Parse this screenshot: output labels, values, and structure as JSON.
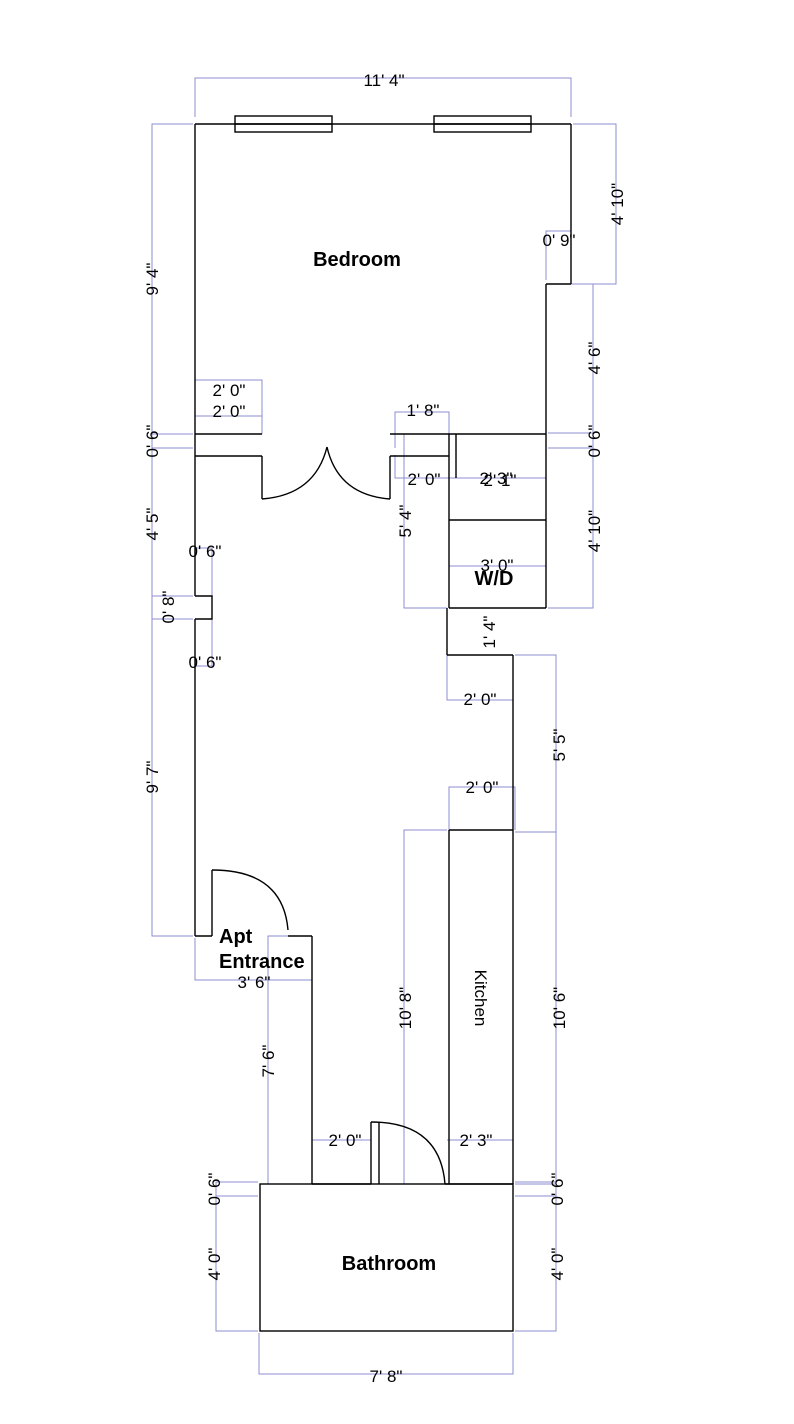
{
  "rooms": {
    "bedroom": "Bedroom",
    "wd": "W/D",
    "apt_entrance_line1": "Apt",
    "apt_entrance_line2": "Entrance",
    "kitchen": "Kitchen",
    "bathroom": "Bathroom"
  },
  "dimensions": {
    "top_width": "11' 4\"",
    "bedroom_height": "9' 4\"",
    "bedroom_right_upper": "4' 10\"",
    "bedroom_right_jog": "0' 9\"",
    "bedroom_right_lower": "4' 6\"",
    "closet_a": "2' 0\"",
    "closet_b": "2' 0\"",
    "wall_left_top": "0' 6\"",
    "door_frame": "1' 8\"",
    "wall_right_top": "0' 6\"",
    "closet_c": "2' 0\"",
    "closet_d": "2' 3\"",
    "closet_e": "2' 1\"",
    "wd_depth": "5' 4\"",
    "wd_right": "4' 10\"",
    "wd_width": "3' 0\"",
    "hall_left": "4' 5\"",
    "wall_nib_a": "0' 6\"",
    "wall_nib_b": "0' 8\"",
    "wall_nib_c": "0' 6\"",
    "hall_step": "1' 4\"",
    "hall_step_w": "2' 0\"",
    "kitchen_right_upper": "5' 5\"",
    "living_left": "9' 7\"",
    "kitchen_counter_w": "2' 0\"",
    "entrance_width": "3' 6\"",
    "kitchen_left": "10' 8\"",
    "kitchen_right": "10' 6\"",
    "corridor_left": "7' 6\"",
    "bath_door_w": "2' 0\"",
    "bath_wall_w": "2' 3\"",
    "bath_wall_left": "0' 6\"",
    "bath_wall_right": "0' 6\"",
    "bath_left": "4' 0\"",
    "bath_right": "4' 0\"",
    "bath_width": "7' 8\""
  }
}
